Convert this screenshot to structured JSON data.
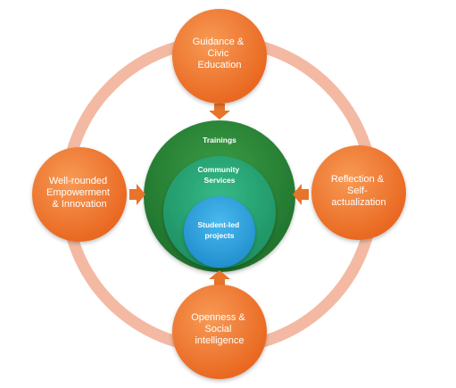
{
  "nodes": {
    "top": {
      "lines": [
        "Guidance &",
        "Civic",
        "Education"
      ]
    },
    "left": {
      "lines": [
        "Well-rounded",
        "Empowerment",
        "& Innovation"
      ]
    },
    "right": {
      "lines": [
        "Reflection &",
        "Self-",
        "actualization"
      ]
    },
    "bottom": {
      "lines": [
        "Openness &",
        "Social",
        "intelligence"
      ]
    }
  },
  "core": {
    "outer": {
      "lines": [
        "Trainings"
      ]
    },
    "middle": {
      "lines": [
        "Community",
        "Services"
      ]
    },
    "inner": {
      "lines": [
        "Student-led",
        "projects"
      ]
    }
  },
  "colors": {
    "ring": "#f4b9a3",
    "node": "#f07a30",
    "arrow": "#e8732a",
    "outer_circle": "#2e8b3d",
    "middle_circle": "#25a876",
    "inner_circle": "#2ea3e0"
  }
}
